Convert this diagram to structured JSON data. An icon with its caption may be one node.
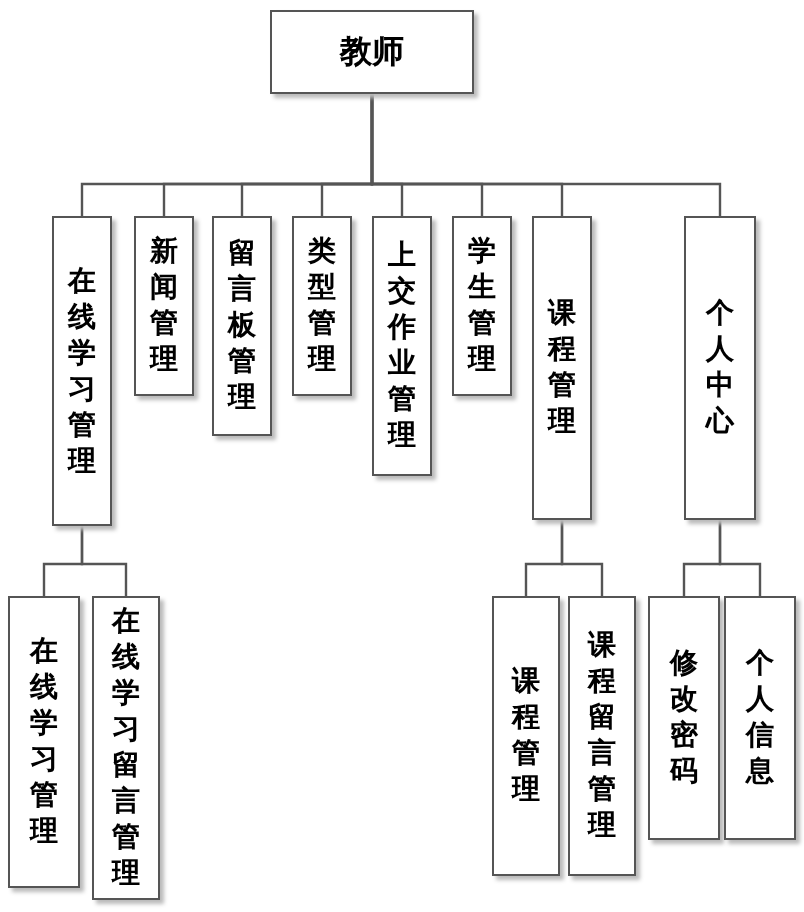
{
  "diagram": {
    "nodes": [
      {
        "text": [
          "教师"
        ]
      },
      {
        "text": [
          "在线学习管理"
        ]
      },
      {
        "text": [
          "新闻管理"
        ]
      },
      {
        "text": [
          "留言板管理"
        ]
      },
      {
        "text": [
          "类型管理"
        ]
      },
      {
        "text": [
          "上交作业管理"
        ]
      },
      {
        "text": [
          "学生管理"
        ]
      },
      {
        "text": [
          "课程管理"
        ]
      },
      {
        "text": [
          "个人中心"
        ]
      },
      {
        "text": [
          "在线学习管理"
        ]
      },
      {
        "text": [
          "在线学习留言管理"
        ]
      },
      {
        "text": [
          "课程管理"
        ]
      },
      {
        "text": [
          "课程留言管理"
        ]
      },
      {
        "text": [
          "修改密码"
        ]
      },
      {
        "text": [
          "个人信息"
        ]
      }
    ],
    "edges": [
      {
        "from": 0,
        "to": 1,
        "arrow": "none"
      },
      {
        "from": 0,
        "to": 2,
        "arrow": "none"
      },
      {
        "from": 0,
        "to": 3,
        "arrow": "none"
      },
      {
        "from": 0,
        "to": 4,
        "arrow": "none"
      },
      {
        "from": 0,
        "to": 5,
        "arrow": "none"
      },
      {
        "from": 0,
        "to": 6,
        "arrow": "none"
      },
      {
        "from": 0,
        "to": 7,
        "arrow": "none"
      },
      {
        "from": 0,
        "to": 8,
        "arrow": "none"
      },
      {
        "from": 1,
        "to": 9,
        "arrow": "none"
      },
      {
        "from": 1,
        "to": 10,
        "arrow": "none"
      },
      {
        "from": 7,
        "to": 11,
        "arrow": "none"
      },
      {
        "from": 7,
        "to": 12,
        "arrow": "none"
      },
      {
        "from": 8,
        "to": 13,
        "arrow": "none"
      },
      {
        "from": 8,
        "to": 14,
        "arrow": "none"
      }
    ]
  }
}
